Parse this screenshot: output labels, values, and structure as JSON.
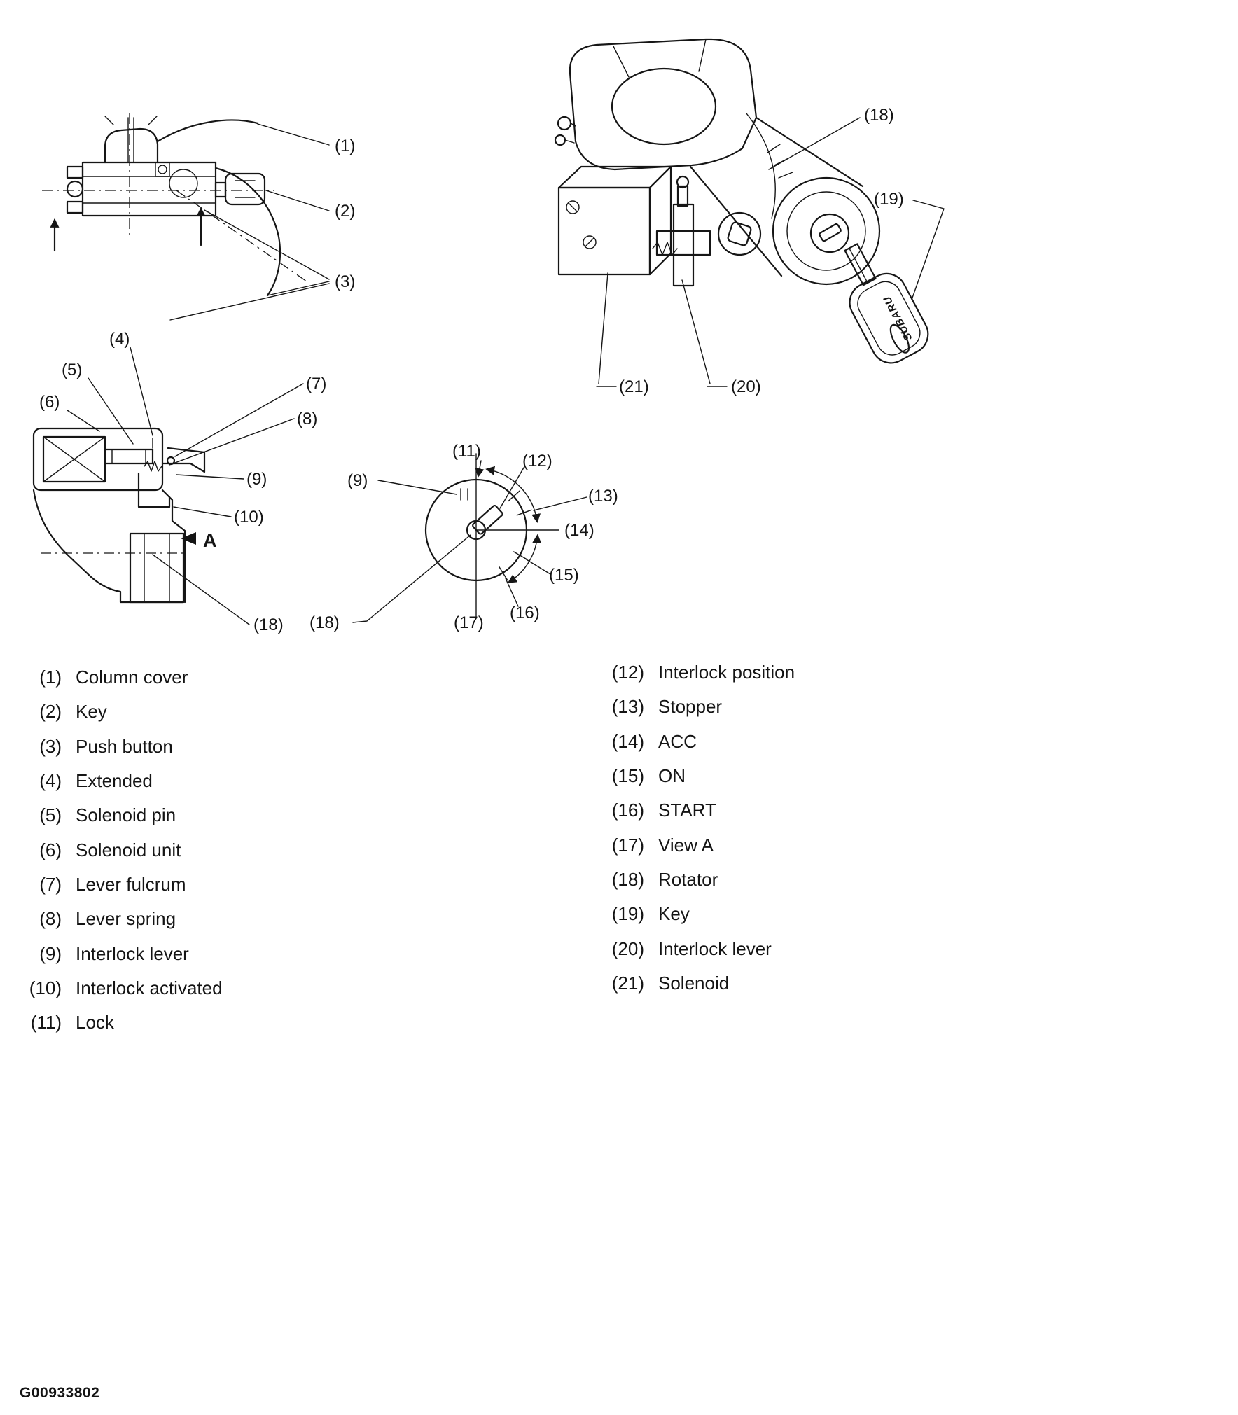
{
  "figure_code": "G00933802",
  "key_brand": "SUBARU",
  "view_arrow_label": "A",
  "callouts": {
    "c1": "(1)",
    "c2": "(2)",
    "c3": "(3)",
    "c4": "(4)",
    "c5": "(5)",
    "c6": "(6)",
    "c7": "(7)",
    "c8": "(8)",
    "c9": "(9)",
    "c10": "(10)",
    "c11": "(11)",
    "c12": "(12)",
    "c13": "(13)",
    "c14": "(14)",
    "c15": "(15)",
    "c16": "(16)",
    "c17": "(17)",
    "c18": "(18)",
    "c19": "(19)",
    "c20": "(20)",
    "c21": "(21)"
  },
  "legend": {
    "left": [
      {
        "num": "(1)",
        "label": "Column cover"
      },
      {
        "num": "(2)",
        "label": "Key"
      },
      {
        "num": "(3)",
        "label": "Push button"
      },
      {
        "num": "(4)",
        "label": "Extended"
      },
      {
        "num": "(5)",
        "label": "Solenoid pin"
      },
      {
        "num": "(6)",
        "label": "Solenoid unit"
      },
      {
        "num": "(7)",
        "label": "Lever fulcrum"
      },
      {
        "num": "(8)",
        "label": "Lever spring"
      },
      {
        "num": "(9)",
        "label": "Interlock lever"
      },
      {
        "num": "(10)",
        "label": "Interlock activated"
      },
      {
        "num": "(11)",
        "label": "Lock"
      }
    ],
    "right": [
      {
        "num": "(12)",
        "label": "Interlock position"
      },
      {
        "num": "(13)",
        "label": "Stopper"
      },
      {
        "num": "(14)",
        "label": "ACC"
      },
      {
        "num": "(15)",
        "label": "ON"
      },
      {
        "num": "(16)",
        "label": "START"
      },
      {
        "num": "(17)",
        "label": "View A"
      },
      {
        "num": "(18)",
        "label": "Rotator"
      },
      {
        "num": "(19)",
        "label": "Key"
      },
      {
        "num": "(20)",
        "label": "Interlock lever"
      },
      {
        "num": "(21)",
        "label": "Solenoid"
      }
    ]
  }
}
